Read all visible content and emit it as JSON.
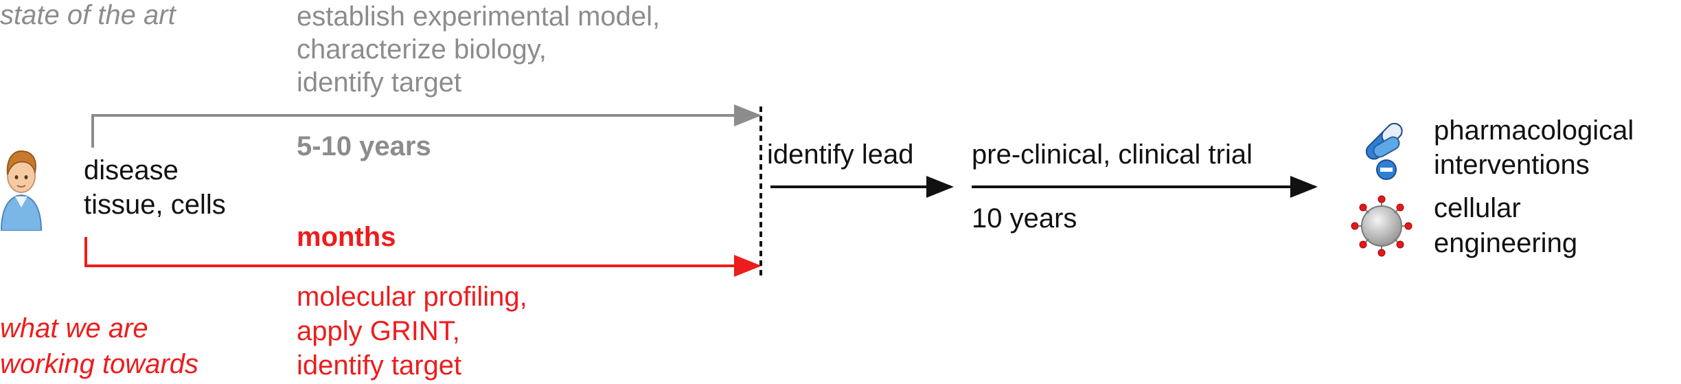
{
  "colors": {
    "state_of_art": "#8c8c8c",
    "working_towards": "#ee1c1c",
    "main": "#111111"
  },
  "left_labels": {
    "state_of_art": "state of the art",
    "working_towards_line1": "what we are",
    "working_towards_line2": "working towards"
  },
  "patient": {
    "icon": "patient-icon",
    "line1": "disease",
    "line2": "tissue, cells"
  },
  "top_path": {
    "steps": [
      "establish experimental model,",
      "characterize biology,",
      "identify target"
    ],
    "duration": "5-10 years"
  },
  "bottom_path": {
    "duration": "months",
    "steps": [
      "molecular profiling,",
      "apply GRINT,",
      "identify target"
    ]
  },
  "stage_lead": {
    "label": "identify lead"
  },
  "stage_trial": {
    "label": "pre-clinical, clinical trial",
    "duration": "10 years"
  },
  "outcomes": [
    {
      "icon": "pills-icon",
      "line1": "pharmacological",
      "line2": "interventions"
    },
    {
      "icon": "engineered-cell-icon",
      "line1": "cellular",
      "line2": "engineering"
    }
  ]
}
